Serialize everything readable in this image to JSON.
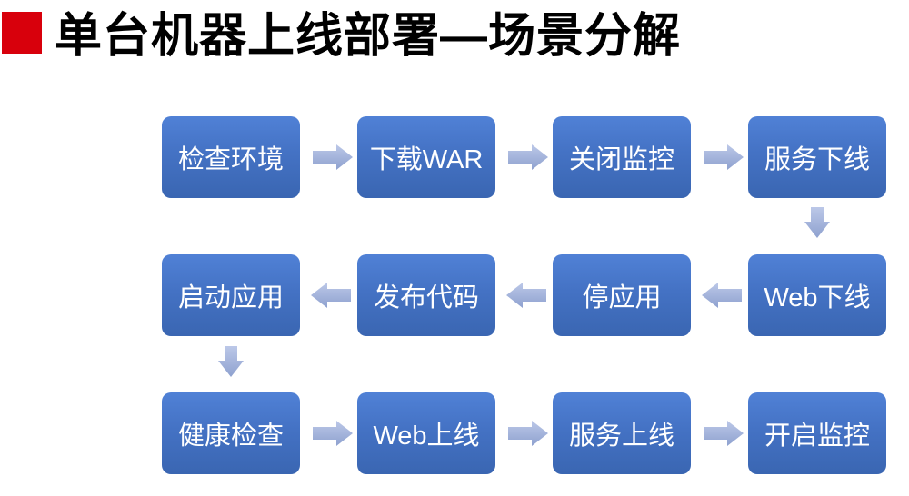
{
  "slide": {
    "title": "单台机器上线部署—场景分解",
    "title_color": "#000000",
    "bullet_color": "#d8000c",
    "background": "#ffffff"
  },
  "colors": {
    "box_gradient_top": "#5081d6",
    "box_gradient_bottom": "#3a66b2",
    "box_text": "#ffffff",
    "arrow_gradient_top": "#b9c5e6",
    "arrow_gradient_bottom": "#8ea1cf"
  },
  "flow": {
    "description": "serpentine process flow, 3 rows",
    "rows": [
      {
        "direction": "left-to-right",
        "steps": [
          {
            "order": 1,
            "label": "检查环境"
          },
          {
            "order": 2,
            "label": "下载WAR"
          },
          {
            "order": 3,
            "label": "关闭监控"
          },
          {
            "order": 4,
            "label": "服务下线"
          }
        ]
      },
      {
        "direction": "right-to-left",
        "steps": [
          {
            "order": 8,
            "label": "启动应用"
          },
          {
            "order": 7,
            "label": "发布代码"
          },
          {
            "order": 6,
            "label": "停应用"
          },
          {
            "order": 5,
            "label": "Web下线"
          }
        ]
      },
      {
        "direction": "left-to-right",
        "steps": [
          {
            "order": 9,
            "label": "健康检查"
          },
          {
            "order": 10,
            "label": "Web上线"
          },
          {
            "order": 11,
            "label": "服务上线"
          },
          {
            "order": 12,
            "label": "开启监控"
          }
        ]
      }
    ],
    "connectors": [
      "服务下线 → Web下线 (down arrow, right side)",
      "启动应用 → 健康检查 (down arrow, left side)"
    ]
  }
}
